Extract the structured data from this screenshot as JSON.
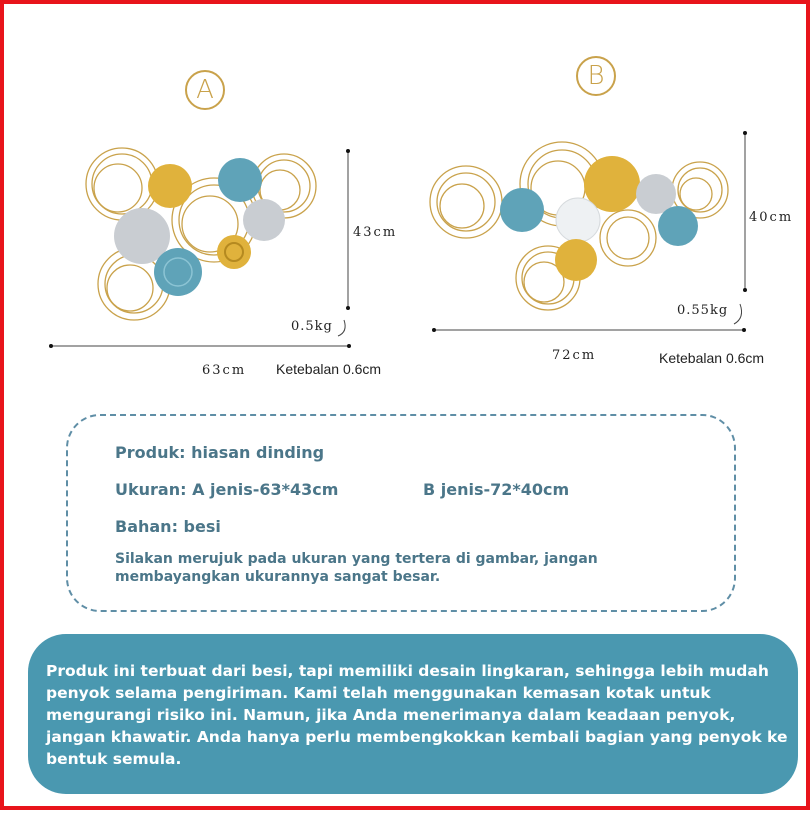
{
  "product_a": {
    "badge": "A",
    "height": "43cm",
    "weight": "0.5kg",
    "width": "63cm",
    "thickness": "Ketebalan 0.6cm"
  },
  "product_b": {
    "badge": "B",
    "height": "40cm",
    "weight": "0.55kg",
    "width": "72cm",
    "thickness": "Ketebalan 0.6cm"
  },
  "info": {
    "product": "Produk: hiasan dinding",
    "size_a": "Ukuran: A jenis-63*43cm",
    "size_b": "B jenis-72*40cm",
    "material": "Bahan: besi",
    "note": "Silakan merujuk pada ukuran yang tertera di gambar, jangan membayangkan ukurannya sangat besar."
  },
  "shipping_note": "Produk ini terbuat dari besi, tapi memiliki desain lingkaran, sehingga lebih mudah penyok  selama  pengiriman. Kami telah menggunakan kemasan kotak untuk mengurangi risiko ini.  Namun, jika Anda  menerimanya dalam keadaan penyok, jangan khawatir. Anda hanya  perlu membengkokkan kembali  bagian yang penyok ke bentuk semula.",
  "colors": {
    "border": "#e8141b",
    "gold": "#c9a24b",
    "teal": "#5fa3b8",
    "silver": "#c9cdd2",
    "info_text": "#4b7689",
    "panel_bg": "#4a98b0"
  }
}
